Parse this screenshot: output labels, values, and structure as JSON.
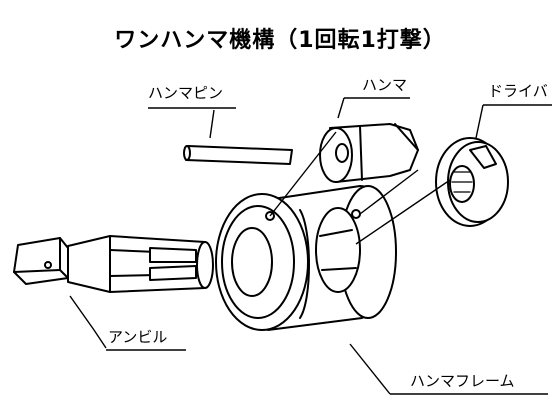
{
  "title": "ワンハンマ機構（1回転1打撃）",
  "labels": {
    "hammer_pin": "ハンマピン",
    "hammer": "ハンマ",
    "driver": "ドライバ",
    "anvil": "アンビル",
    "hammer_frame": "ハンマフレーム"
  }
}
